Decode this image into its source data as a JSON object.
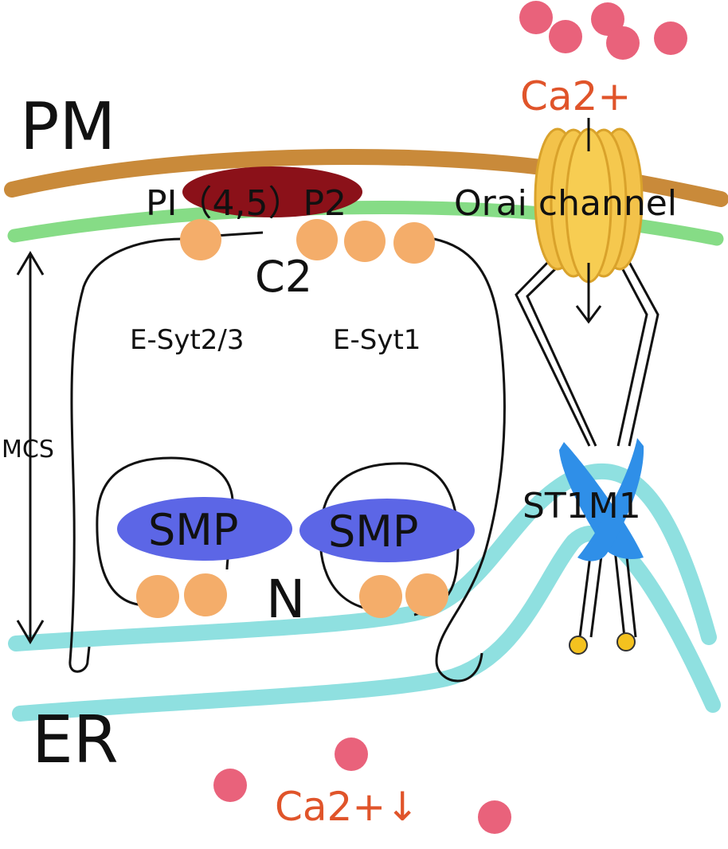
{
  "labels": {
    "pm": "PM",
    "er": "ER",
    "pip2": "PI（4,5）P2",
    "orai": "Orai channel",
    "c2": "C2",
    "esyt23": "E-Syt2/3",
    "esyt1": "E-Syt1",
    "mcs": "MCS",
    "smp_left": "SMP",
    "smp_right": "SMP",
    "n": "N",
    "stim1": "ST1M1",
    "ca_top": "Ca2+",
    "ca_bottom": "Ca2+↓"
  },
  "colors": {
    "pm_outer": "#c98a3a",
    "pm_inner": "#86dc86",
    "er": "#8fe0e0",
    "pip2": "#8b1119",
    "c2_domain": "#f4ad6a",
    "smp": "#5c66e6",
    "orai": "#f3c24a",
    "stim1": "#2f8fe8",
    "ion": "#e9627b",
    "ca_text": "#e0542a"
  }
}
